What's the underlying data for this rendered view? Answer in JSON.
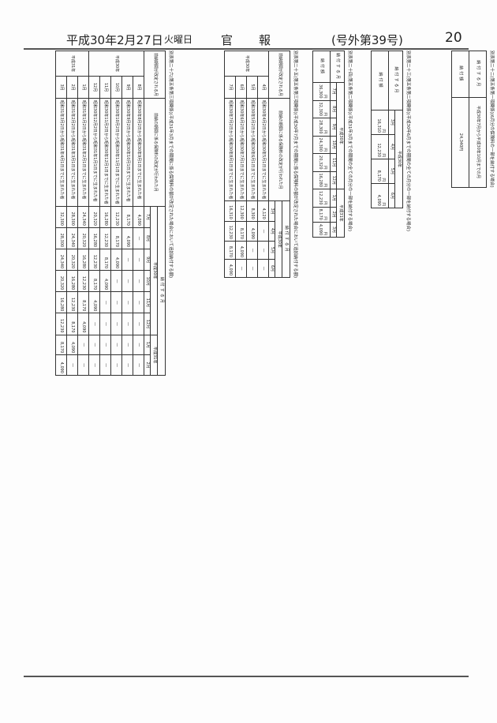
{
  "header": {
    "era_date": "平成30年2月27日",
    "weekday": "火曜日",
    "title_left": "官",
    "title_right": "報",
    "issue": "(号外第39号)",
    "page_number": "20"
  },
  "tables": {
    "t22": {
      "caption": "別表第二十二(第五条第一項関係)(6月分の保険料の一部を納付する場合)",
      "col1_label": "納付する月",
      "col2_label": "納付額",
      "period": "平成30年7月から平成30年10月までの月",
      "amount": "24,340円"
    },
    "t23": {
      "caption": "別表第二十三(第五条第二項関係)(平成30年6月までの期間の全ての月分の一部を納付する場合)",
      "row1_label": "納付する月",
      "row2_label": "納付額",
      "year": "平成30年",
      "months": [
        "3月",
        "4月",
        "5月",
        "6月"
      ],
      "yen": "円",
      "amounts": [
        "16,310",
        "12,230",
        "8,170",
        "4,090"
      ]
    },
    "t24": {
      "caption": "別表第二十四(第五条第二項関係)(平成31年3月までの期間の全ての月分の一部を納付する場合)",
      "row1_label": "納付する月",
      "row2_label": "納付額",
      "year1": "平成30年",
      "year2": "平成31年",
      "months": [
        "7月",
        "8月",
        "9月",
        "10月",
        "11月",
        "12月",
        "1月",
        "2月",
        "3月"
      ],
      "yen": "円",
      "amounts": [
        "36,300",
        "32,300",
        "28,300",
        "24,300",
        "20,320",
        "16,280",
        "12,230",
        "8,170",
        "4,090"
      ]
    },
    "t25": {
      "caption": "別表第二十五(第五条第三項関係)(平成30年7月までの期間に係る保険料の額が改定された場合において追加納付する額)",
      "head_left": "前納期間が改定される月",
      "head_mid": "前納の期間に係る保険料の改定が行われた月",
      "head_pay": "納付する月",
      "year": "平成30年",
      "months": [
        "3月",
        "4月",
        "5月",
        "6月"
      ],
      "yen": "円",
      "rows": [
        {
          "label": "4月",
          "desc": "昭和30年4月2日から昭和30年5月1日までに生まれた者",
          "values": [
            "4,120",
            "—",
            "—",
            "—"
          ]
        },
        {
          "label": "5月",
          "desc": "昭和30年5月2日から昭和30年6月1日までに生まれた者",
          "values": [
            "8,300",
            "4,090",
            "—",
            "—"
          ]
        },
        {
          "label": "6月",
          "desc": "昭和30年6月2日から昭和30年7月1日までに生まれた者",
          "values": [
            "12,300",
            "8,170",
            "4,090",
            "—"
          ]
        },
        {
          "label": "7月",
          "desc": "昭和30年7月2日から昭和30年8月1日までに生まれた者",
          "values": [
            "16,310",
            "12,230",
            "8,170",
            "4,090"
          ]
        }
      ],
      "row_year": "平成30年"
    },
    "t26": {
      "caption": "別表第二十六(第五条第三項関係)(平成31年3月までの期間に係る保険料の額が改定された場合において追加納付する額)",
      "head_left": "前納期間が改定される月",
      "head_mid": "前納の期間に係る保険料の改定が行われた月",
      "head_pay": "納付する月",
      "year1": "平成30年",
      "year2": "平成31年",
      "months": [
        "7月",
        "8月",
        "9月",
        "10月",
        "11月",
        "12月",
        "1月",
        "2月"
      ],
      "yen": "円",
      "row_year1": "平成30年",
      "row_year2": "平成31年",
      "rows": [
        {
          "label": "8月",
          "desc": "昭和30年8月2日から昭和30年9月1日までに生まれた者",
          "values": [
            "4,090",
            "—",
            "—",
            "—",
            "—",
            "—",
            "—",
            "—"
          ]
        },
        {
          "label": "9月",
          "desc": "昭和30年9月2日から昭和30年10月1日までに生まれた者",
          "values": [
            "8,170",
            "4,090",
            "—",
            "—",
            "—",
            "—",
            "—",
            "—"
          ]
        },
        {
          "label": "10月",
          "desc": "昭和30年10月2日から昭和30年11月1日までに生まれた者",
          "values": [
            "12,230",
            "8,170",
            "4,090",
            "—",
            "—",
            "—",
            "—",
            "—"
          ]
        },
        {
          "label": "11月",
          "desc": "昭和30年11月2日から昭和30年12月1日までに生まれた者",
          "values": [
            "16,280",
            "12,230",
            "8,170",
            "4,090",
            "—",
            "—",
            "—",
            "—"
          ]
        },
        {
          "label": "12月",
          "desc": "昭和30年12月2日から昭和31年1月1日までに生まれた者",
          "values": [
            "20,320",
            "16,280",
            "12,230",
            "8,170",
            "4,090",
            "—",
            "—",
            "—"
          ]
        },
        {
          "label": "1月",
          "desc": "昭和31年1月2日から昭和31年2月1日までに生まれた者",
          "values": [
            "24,340",
            "20,320",
            "16,280",
            "12,230",
            "8,170",
            "4,090",
            "—",
            "—"
          ]
        },
        {
          "label": "2月",
          "desc": "昭和31年2月2日から昭和31年3月1日までに生まれた者",
          "values": [
            "28,300",
            "24,340",
            "20,320",
            "16,280",
            "12,230",
            "8,170",
            "4,090",
            "—"
          ]
        },
        {
          "label": "3月",
          "desc": "昭和31年3月2日から昭和31年4月1日までに生まれた者",
          "values": [
            "32,300",
            "28,300",
            "24,340",
            "20,320",
            "16,280",
            "12,230",
            "8,170",
            "4,090"
          ]
        }
      ]
    }
  }
}
